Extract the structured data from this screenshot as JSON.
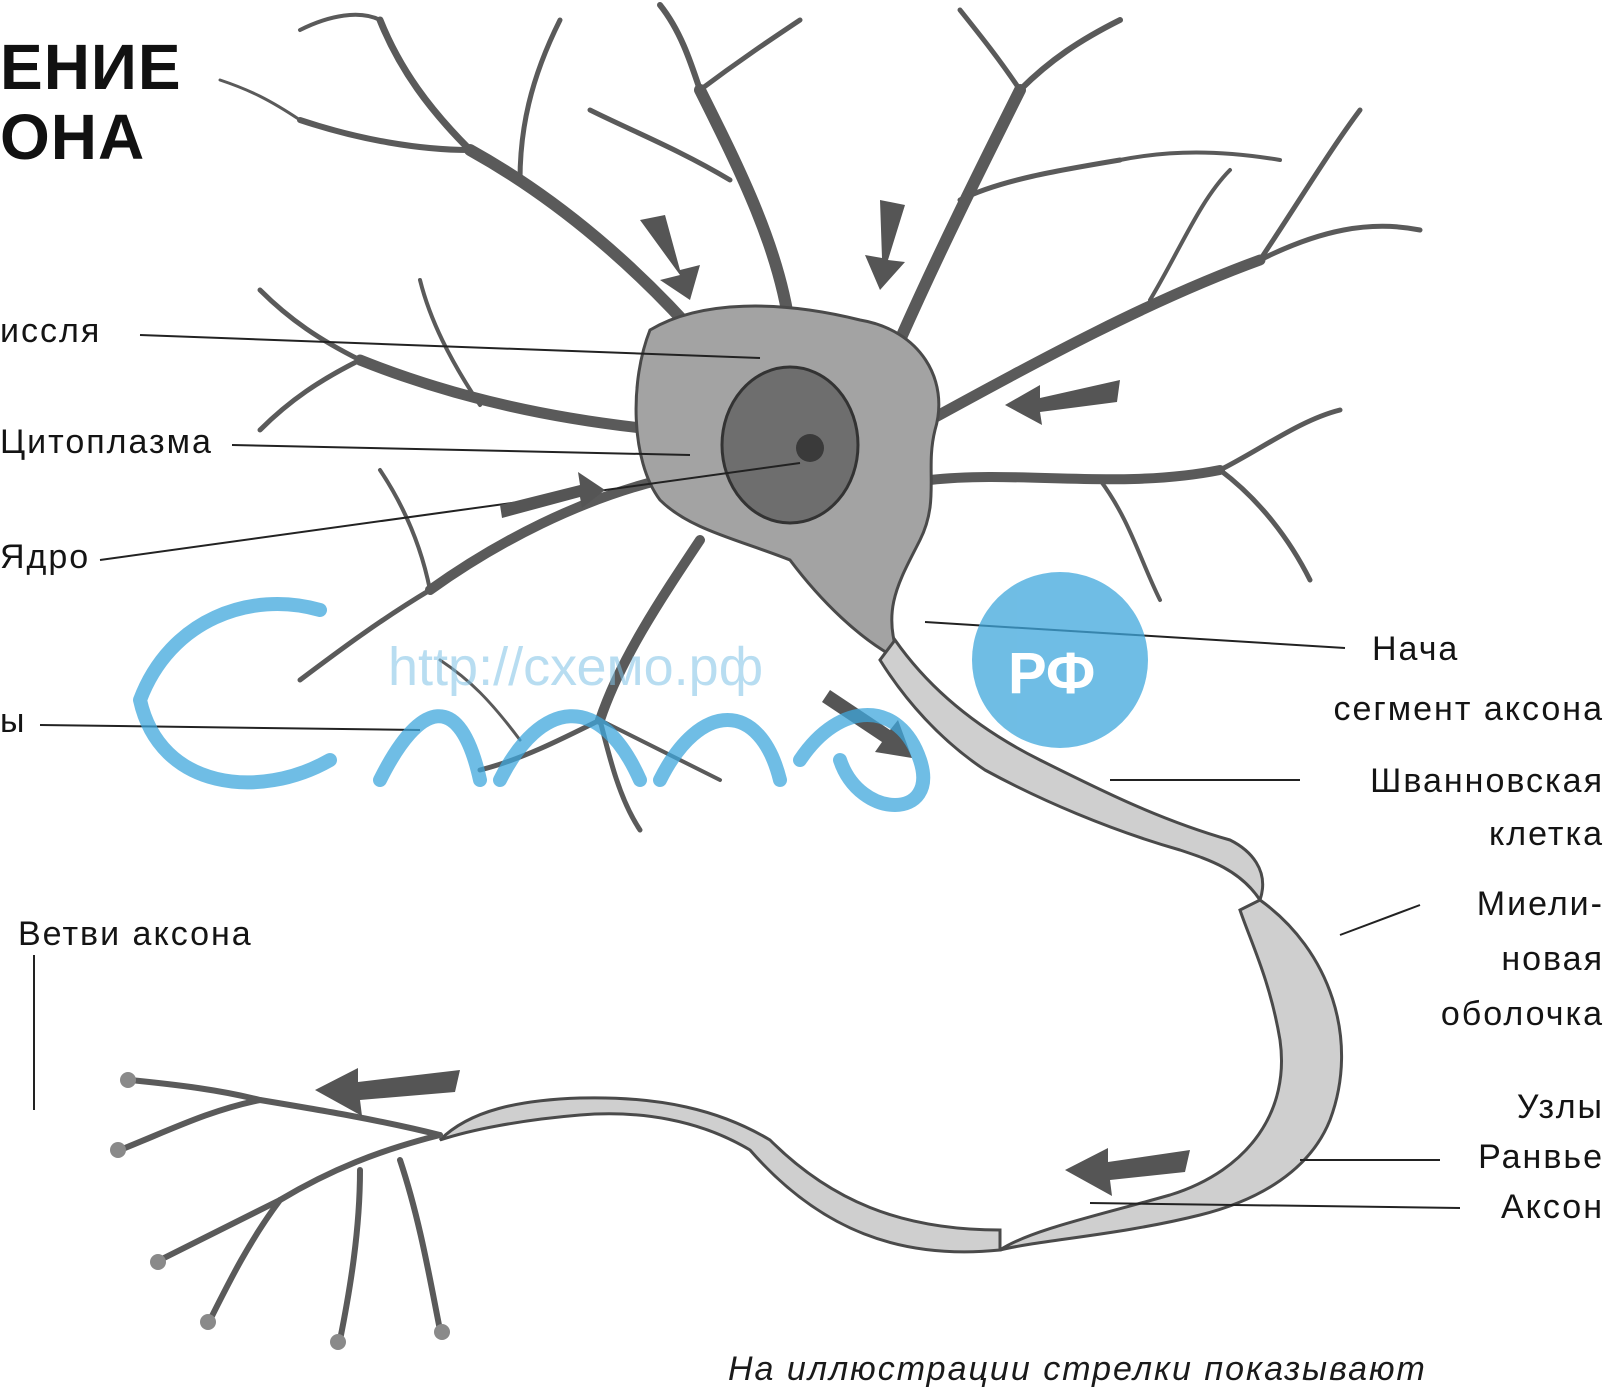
{
  "title": {
    "line1": "ЕНИЕ",
    "line2": "ОНА"
  },
  "labels": {
    "nissl": "иссля",
    "cytoplasm": "Цитоплазма",
    "nucleus": "Ядро",
    "dendrites": "ы",
    "axon_branches": "Ветви аксона",
    "initial_segment_line1": "Нача",
    "initial_segment_line2": "сегмент аксона",
    "schwann_line1": "Шванновская",
    "schwann_line2": "клетка",
    "myelin_line1": "Миели-",
    "myelin_line2": "новая",
    "myelin_line3": "оболочка",
    "ranvier_line1": "Узлы",
    "ranvier_line2": "Ранвье",
    "axon": "Аксон"
  },
  "caption": "На иллюстрации стрелки показывают",
  "watermark": {
    "url": "http://схемо.рф",
    "script": "Схемо",
    "badge": "РФ"
  },
  "colors": {
    "neuron_fill": "#9c9c9c",
    "neuron_stroke": "#4a4a4a",
    "axon_fill": "#c9c9c9",
    "watermark": "#3fa7dc"
  }
}
